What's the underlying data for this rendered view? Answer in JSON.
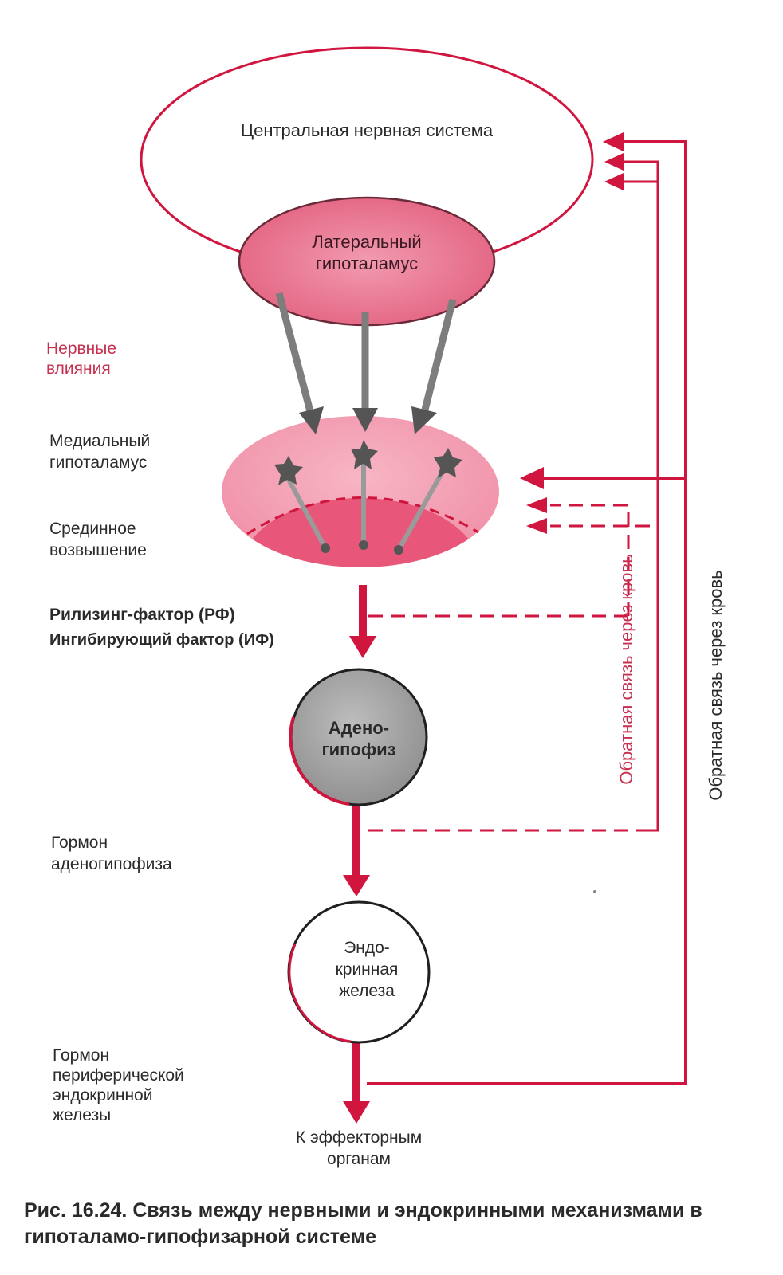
{
  "nodes": {
    "cns": "Центральная нервная система",
    "lateral_hypothalamus": "Латеральный\nгипоталамус",
    "adenohypophysis": "Адено-\nгипофиз",
    "endocrine_gland": "Эндо-\nкринная\nжелеза"
  },
  "labels": {
    "neural_influences": "Нервные\nвлияния",
    "medial_hypothalamus": "Медиальный\nгипоталамус",
    "median_eminence": "Срединное\nвозвышение",
    "releasing_factor": "Рилизинг-фактор (РФ)",
    "inhibiting_factor": "Ингибирующий фактор (ИФ)",
    "adenohypophysis_hormone": "Гормон\nаденогипофиза",
    "peripheral_hormone": "Гормон\nпериферической\nэндокринной\nжелезы",
    "to_effectors": "К эффекторным\nорганам"
  },
  "feedback": {
    "inner": "Обратная связь через кровь",
    "outer": "Обратная связь через кровь"
  },
  "caption": {
    "number": "Рис. 16.24.",
    "text": "Связь между нервными и эндокринными механизмами в гипоталамо-гипофизарной системе"
  },
  "colors": {
    "accent_red": "#d0163f",
    "pink": "#ec7f98",
    "pink_light": "#f4a3b4",
    "gray": "#a9a9a9"
  }
}
